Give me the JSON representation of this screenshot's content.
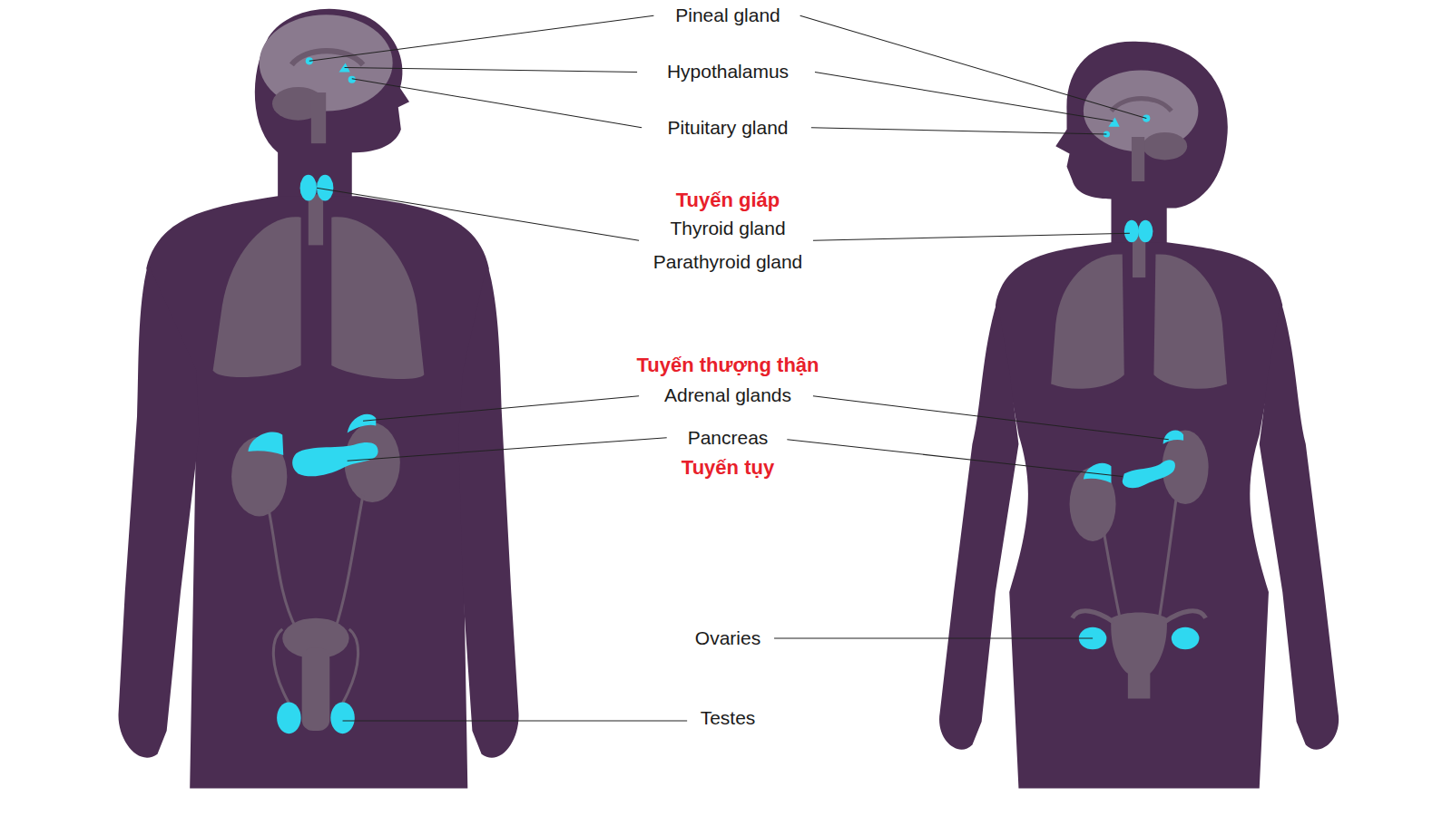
{
  "diagram": {
    "labels": [
      "Pineal gland",
      "Hypothalamus",
      "Pituitary gland",
      "Tuyến giáp",
      "Thyroid gland",
      "Parathyroid gland",
      "Tuyến thượng thận",
      "Adrenal glands",
      "Pancreas",
      "Tuyến tụy",
      "Ovaries",
      "Testes"
    ]
  }
}
